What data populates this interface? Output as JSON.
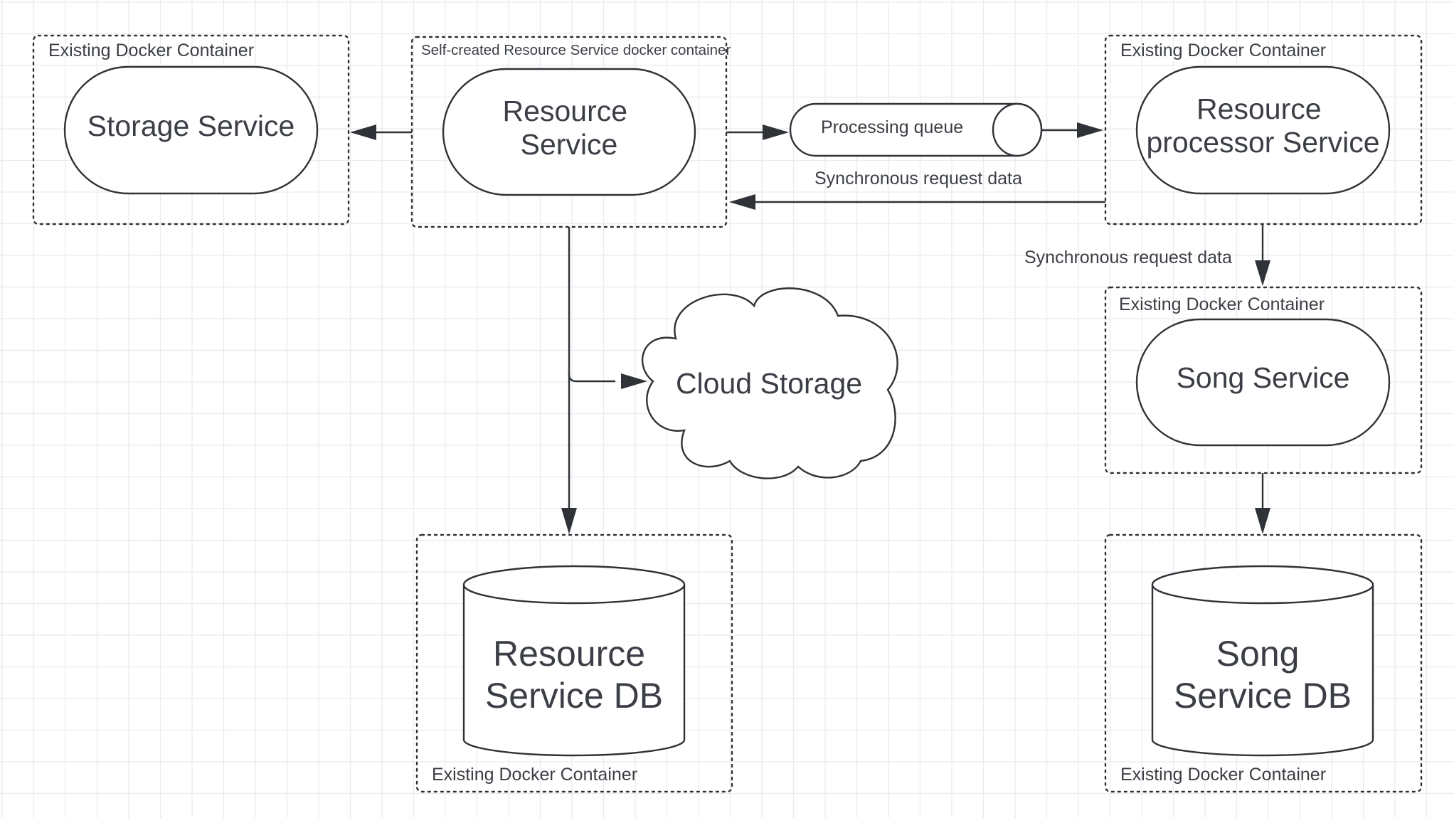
{
  "containers": {
    "storage": {
      "label": "Existing Docker Container"
    },
    "resource": {
      "label": "Self-created Resource Service docker container"
    },
    "processor": {
      "label": "Existing Docker Container"
    },
    "song": {
      "label": "Existing Docker Container"
    },
    "resource_db": {
      "label": "Existing Docker Container"
    },
    "song_db": {
      "label": "Existing Docker Container"
    }
  },
  "nodes": {
    "storage_service": {
      "label": "Storage Service"
    },
    "resource_service": {
      "line1": "Resource",
      "line2": "Service"
    },
    "processing_queue": {
      "label": "Processing queue"
    },
    "processor_service": {
      "line1": "Resource",
      "line2": "processor Service"
    },
    "cloud_storage": {
      "label": "Cloud Storage"
    },
    "song_service": {
      "label": "Song Service"
    },
    "resource_db": {
      "line1": "Resource",
      "line2": "Service DB"
    },
    "song_db": {
      "line1": "Song",
      "line2": "Service DB"
    }
  },
  "edges": {
    "processor_to_resource_label": "Synchronous request data",
    "processor_to_song_label": "Synchronous request data"
  }
}
